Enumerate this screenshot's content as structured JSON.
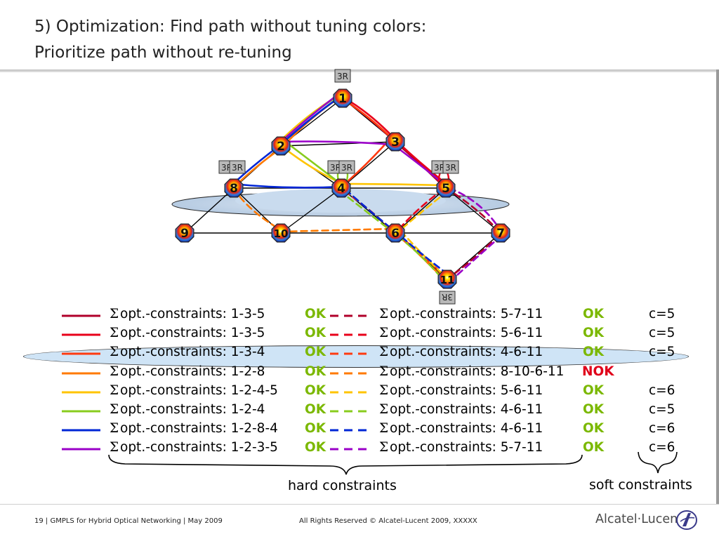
{
  "slide": {
    "title_line1": "5) Optimization: Find path without tuning colors:",
    "title_line2": "Prioritize path without re-tuning"
  },
  "diagram": {
    "nodes": [
      {
        "id": "1",
        "label": "1"
      },
      {
        "id": "2",
        "label": "2"
      },
      {
        "id": "3",
        "label": "3"
      },
      {
        "id": "4",
        "label": "4"
      },
      {
        "id": "5",
        "label": "5"
      },
      {
        "id": "6",
        "label": "6"
      },
      {
        "id": "7",
        "label": "7"
      },
      {
        "id": "8",
        "label": "8"
      },
      {
        "id": "9",
        "label": "9"
      },
      {
        "id": "10",
        "label": "10"
      },
      {
        "id": "11",
        "label": "11"
      }
    ],
    "regenerator_tag": "3R",
    "links": [
      [
        "1",
        "2"
      ],
      [
        "1",
        "3"
      ],
      [
        "2",
        "3"
      ],
      [
        "2",
        "8"
      ],
      [
        "2",
        "4"
      ],
      [
        "3",
        "4"
      ],
      [
        "3",
        "5"
      ],
      [
        "8",
        "4"
      ],
      [
        "4",
        "5"
      ],
      [
        "8",
        "9"
      ],
      [
        "8",
        "10"
      ],
      [
        "4",
        "10"
      ],
      [
        "4",
        "6"
      ],
      [
        "5",
        "6"
      ],
      [
        "5",
        "7"
      ],
      [
        "9",
        "10"
      ],
      [
        "10",
        "6"
      ],
      [
        "6",
        "7"
      ],
      [
        "6",
        "11"
      ],
      [
        "7",
        "11"
      ]
    ]
  },
  "colors": {
    "path1": "#b0002a",
    "path2": "#e8001a",
    "path3": "#ff3a10",
    "path4": "#ff7a00",
    "path5": "#ffc400",
    "path6": "#88cc1e",
    "path7": "#0026d6",
    "path8": "#9a00c8",
    "ok": "#7bb800",
    "nok": "#e0001a",
    "highlight": "#cfe4f6"
  },
  "sigma": "Σ",
  "table": [
    {
      "color_key": "path1",
      "hard_label": "opt.-constraints: 1-3-5",
      "hard_status": "OK",
      "soft_label": "opt.-constraints: 5-7-11",
      "soft_status": "OK",
      "cost": "c=5"
    },
    {
      "color_key": "path2",
      "hard_label": "opt.-constraints: 1-3-5",
      "hard_status": "OK",
      "soft_label": "opt.-constraints: 5-6-11",
      "soft_status": "OK",
      "cost": "c=5"
    },
    {
      "color_key": "path3",
      "hard_label": "opt.-constraints: 1-3-4",
      "hard_status": "OK",
      "soft_label": "opt.-constraints: 4-6-11",
      "soft_status": "OK",
      "cost": "c=5"
    },
    {
      "color_key": "path4",
      "hard_label": "opt.-constraints: 1-2-8",
      "hard_status": "OK",
      "soft_label": "opt.-constraints: 8-10-6-11",
      "soft_status": "NOK",
      "cost": ""
    },
    {
      "color_key": "path5",
      "hard_label": "opt.-constraints: 1-2-4-5",
      "hard_status": "OK",
      "soft_label": "opt.-constraints: 5-6-11",
      "soft_status": "OK",
      "cost": "c=6"
    },
    {
      "color_key": "path6",
      "hard_label": "opt.-constraints: 1-2-4",
      "hard_status": "OK",
      "soft_label": "opt.-constraints: 4-6-11",
      "soft_status": "OK",
      "cost": "c=5"
    },
    {
      "color_key": "path7",
      "hard_label": "opt.-constraints: 1-2-8-4",
      "hard_status": "OK",
      "soft_label": "opt.-constraints: 4-6-11",
      "soft_status": "OK",
      "cost": "c=6"
    },
    {
      "color_key": "path8",
      "hard_label": "opt.-constraints: 1-2-3-5",
      "hard_status": "OK",
      "soft_label": "opt.-constraints: 5-7-11",
      "soft_status": "OK",
      "cost": "c=6"
    }
  ],
  "labels": {
    "hard_constraints": "hard constraints",
    "soft_constraints": "soft constraints"
  },
  "footer": {
    "left": "19 | GMPLS for Hybrid Optical Networking | May 2009",
    "center": "All Rights Reserved © Alcatel-Lucent 2009, XXXXX",
    "logo": "Alcatel·Lucent"
  }
}
